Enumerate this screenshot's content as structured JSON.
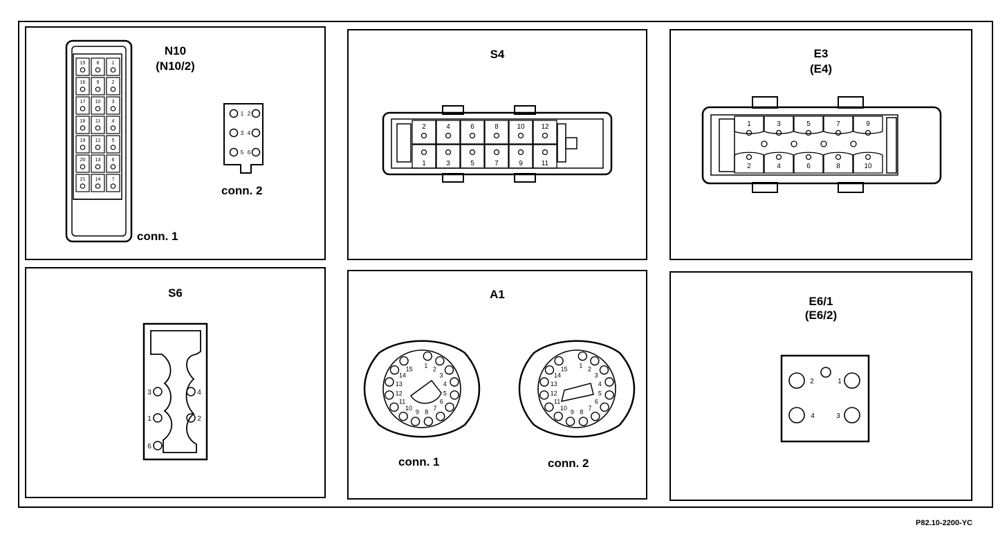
{
  "panels": {
    "n10": {
      "title": "N10",
      "subtitle": "(N10/2)",
      "conn1_label": "conn. 1",
      "conn2_label": "conn. 2",
      "conn1_pins": [
        [
          "15",
          "8",
          "1"
        ],
        [
          "16",
          "9",
          "2"
        ],
        [
          "17",
          "10",
          "3"
        ],
        [
          "18",
          "11",
          "4"
        ],
        [
          "19",
          "12",
          "5"
        ],
        [
          "20",
          "13",
          "6"
        ],
        [
          "21",
          "14",
          "7"
        ]
      ],
      "conn2_pins": [
        [
          "1",
          "2"
        ],
        [
          "3",
          "4"
        ],
        [
          "5",
          "6"
        ]
      ]
    },
    "s4": {
      "title": "S4",
      "top_pins": [
        "2",
        "4",
        "6",
        "8",
        "10",
        "12"
      ],
      "bottom_pins": [
        "1",
        "3",
        "5",
        "7",
        "9",
        "11"
      ]
    },
    "e3": {
      "title": "E3",
      "subtitle": "(E4)",
      "top_pins": [
        "1",
        "3",
        "5",
        "7",
        "9"
      ],
      "bottom_pins": [
        "2",
        "4",
        "6",
        "8",
        "10"
      ]
    },
    "s6": {
      "title": "S6",
      "pins": [
        "3",
        "4",
        "1",
        "2",
        "6"
      ]
    },
    "a1": {
      "title": "A1",
      "conn1_label": "conn. 1",
      "conn2_label": "conn. 2",
      "conn1_pins": [
        "1",
        "2",
        "3",
        "4",
        "5",
        "6",
        "7",
        "8",
        "9",
        "10",
        "11",
        "12",
        "13",
        "14",
        "15"
      ],
      "conn2_pins": [
        "1",
        "2",
        "3",
        "4",
        "5",
        "6",
        "7",
        "8",
        "9",
        "10",
        "11",
        "12",
        "13",
        "14",
        "15"
      ]
    },
    "e6": {
      "title": "E6/1",
      "subtitle": "(E6/2)",
      "pins": [
        "1",
        "2",
        "3",
        "4"
      ]
    }
  },
  "reference": "P82.10-2200-YC"
}
